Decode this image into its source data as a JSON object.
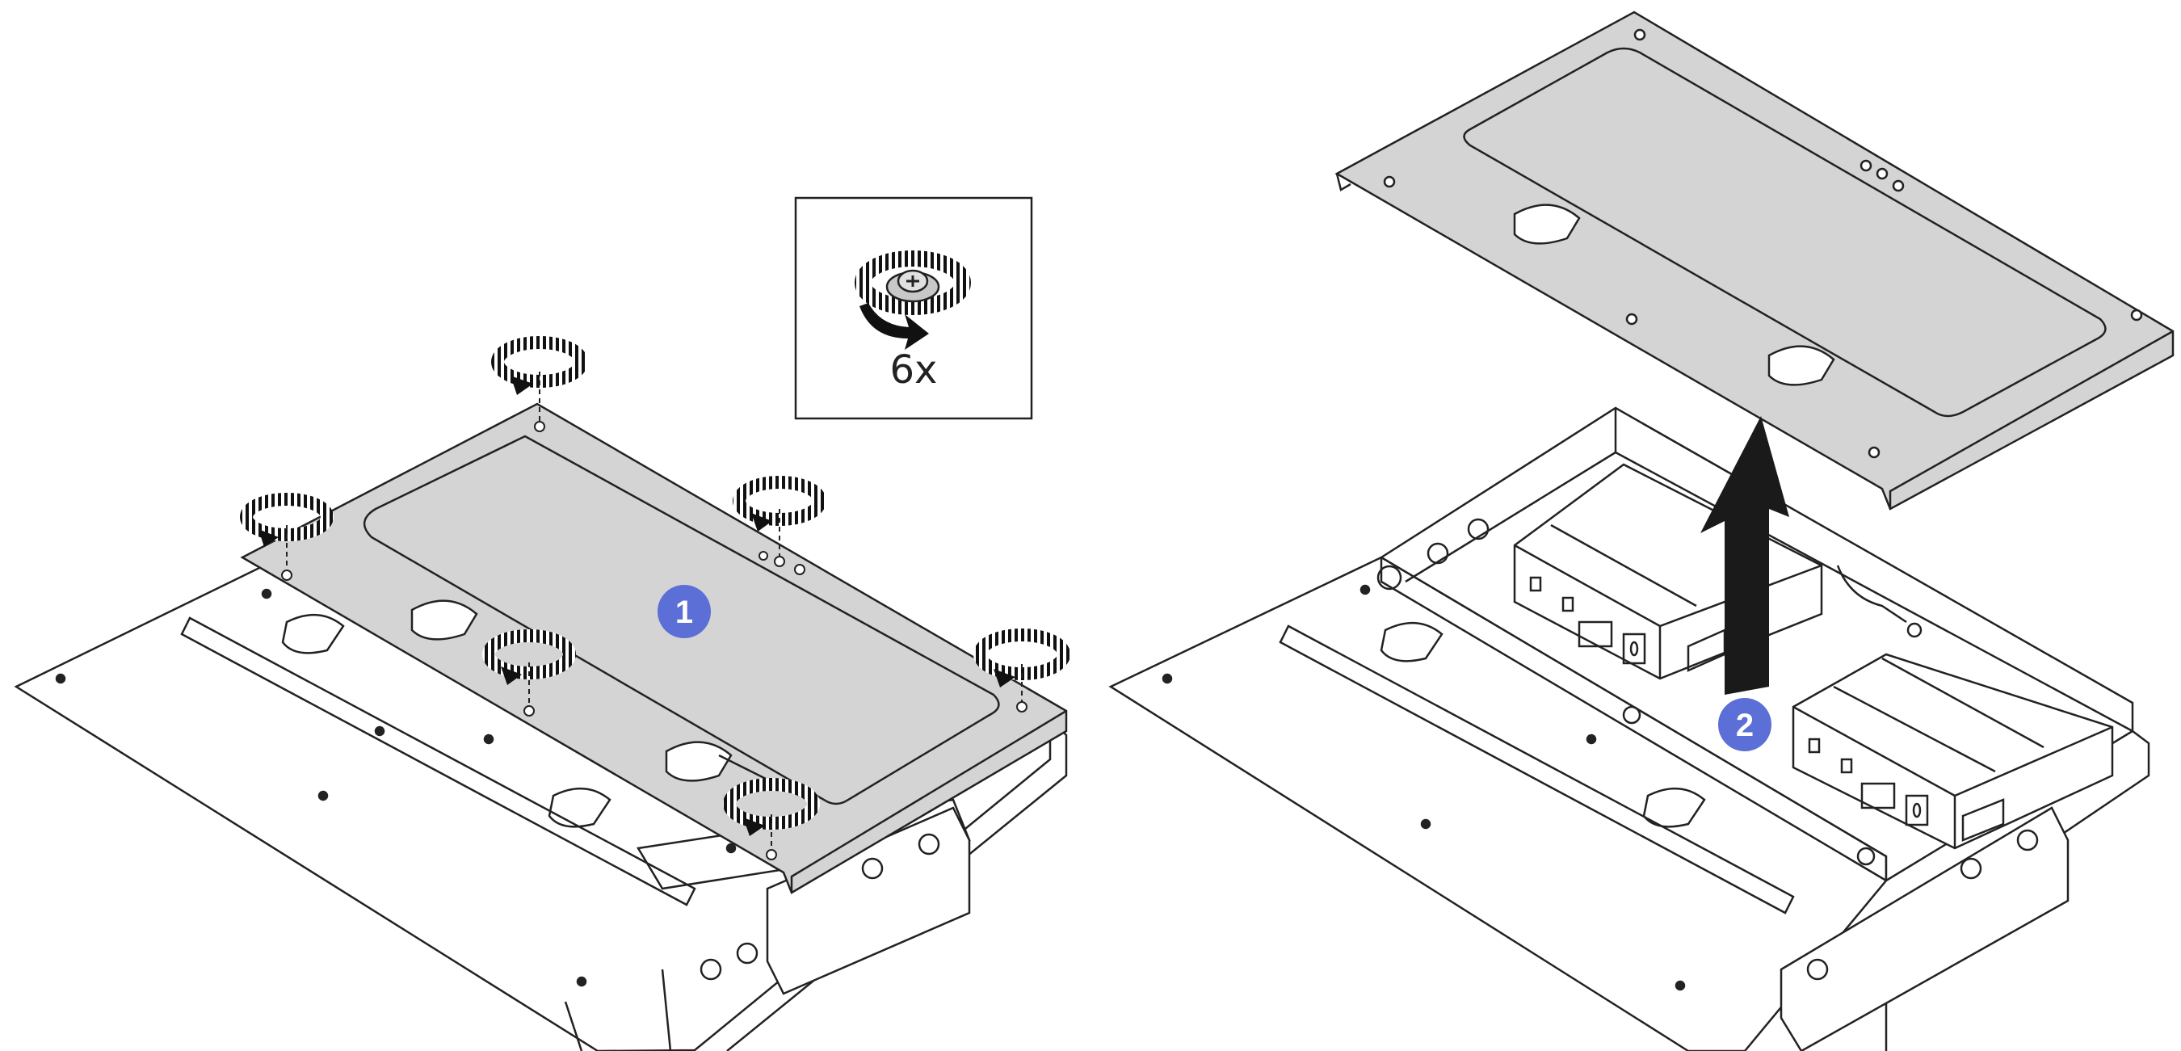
{
  "legend": {
    "count_label": "6x",
    "icon": "screw-loosen-icon"
  },
  "steps": [
    {
      "number": "1",
      "color": "#5b6fd6"
    },
    {
      "number": "2",
      "color": "#5b6fd6"
    }
  ],
  "colors": {
    "panel_fill": "#d4d4d4",
    "panel_stroke": "#222222",
    "chassis_fill": "#ffffff",
    "arrow_fill": "#1a1a1a",
    "badge": "#5b6fd6"
  },
  "icons": [
    "rotation-arrow-icon",
    "lift-arrow-icon",
    "screw-icon"
  ]
}
